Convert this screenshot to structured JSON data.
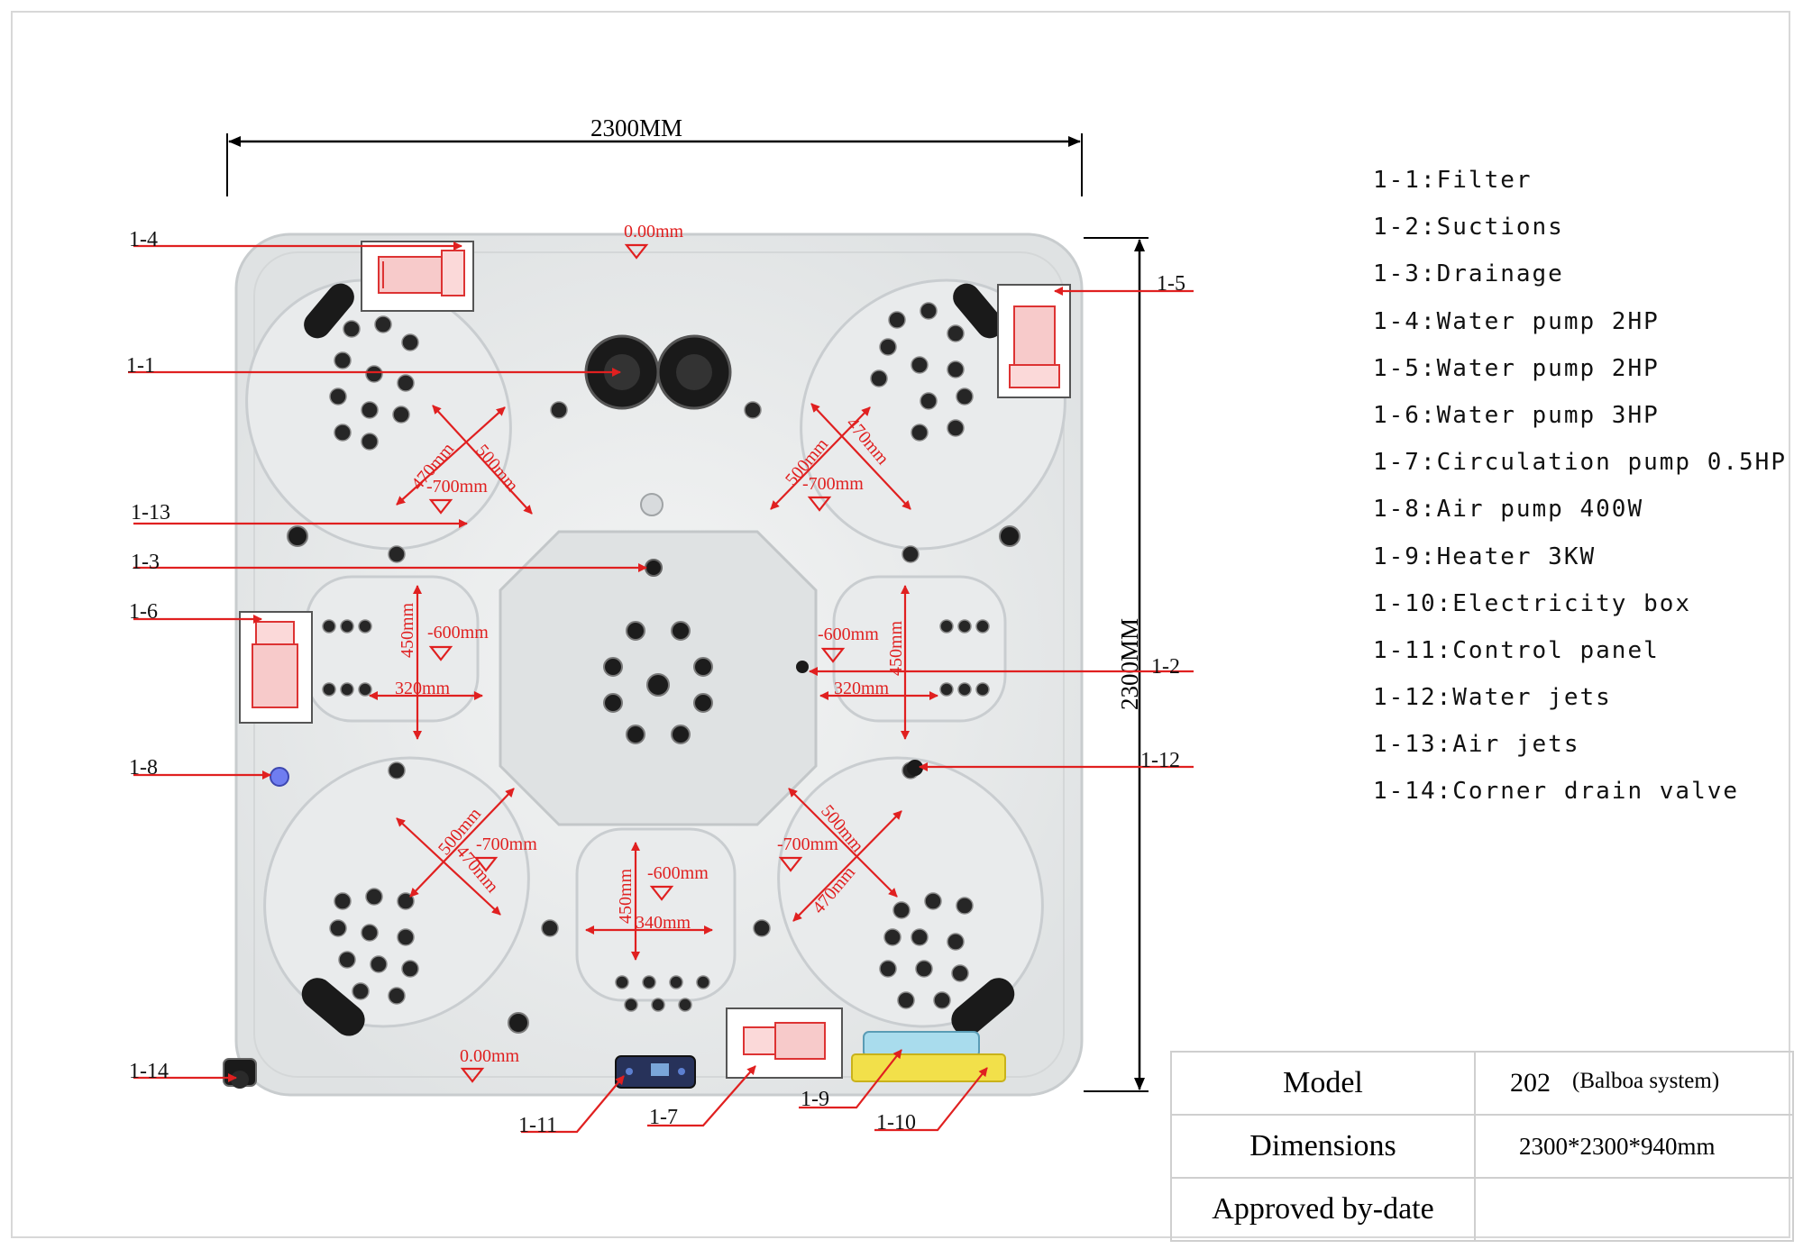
{
  "dimensions": {
    "width": "2300MM",
    "height": "2300MM"
  },
  "markers": {
    "m1_1": "1-1",
    "m1_2": "1-2",
    "m1_3": "1-3",
    "m1_4": "1-4",
    "m1_5": "1-5",
    "m1_6": "1-6",
    "m1_7": "1-7",
    "m1_8": "1-8",
    "m1_9": "1-9",
    "m1_10": "1-10",
    "m1_11": "1-11",
    "m1_12": "1-12",
    "m1_13": "1-13",
    "m1_14": "1-14"
  },
  "measurements": {
    "top_level": "0.00mm",
    "bottom_level": "0.00mm",
    "tl_depth": "-700mm",
    "tl_a": "470mm",
    "tl_b": "500mm",
    "tr_depth": "-700mm",
    "tr_a": "500mm",
    "tr_b": "470mm",
    "l_depth": "-600mm",
    "l_len": "450mm",
    "l_w": "320mm",
    "r_depth": "-600mm",
    "r_len": "450mm",
    "r_w": "320mm",
    "bl_depth": "-700mm",
    "bl_a": "500mm",
    "bl_b": "470mm",
    "br_depth": "-700mm",
    "br_a": "500mm",
    "br_b": "470mm",
    "b_depth": "-600mm",
    "b_len": "450mm",
    "b_w": "340mm"
  },
  "legend": [
    "1-1:Filter",
    "1-2:Suctions",
    "1-3:Drainage",
    "1-4:Water pump 2HP",
    "1-5:Water pump 2HP",
    "1-6:Water pump 3HP",
    "1-7:Circulation pump 0.5HP",
    "1-8:Air pump 400W",
    "1-9:Heater 3KW",
    "1-10:Electricity box",
    "1-11:Control panel",
    "1-12:Water jets",
    "1-13:Air jets",
    "1-14:Corner drain valve"
  ],
  "spec_table": {
    "model_label": "Model",
    "model_value": "202",
    "model_system": "(Balboa system)",
    "dimensions_label": "Dimensions",
    "dimensions_value": "2300*2300*940mm",
    "approved_label": "Approved by-date",
    "approved_value": ""
  },
  "colors": {
    "annotation": "#e02020",
    "shell": "#eceeef",
    "dim_line": "#000000",
    "electricity_box": "#f2e04a",
    "heater": "#a9dced"
  }
}
